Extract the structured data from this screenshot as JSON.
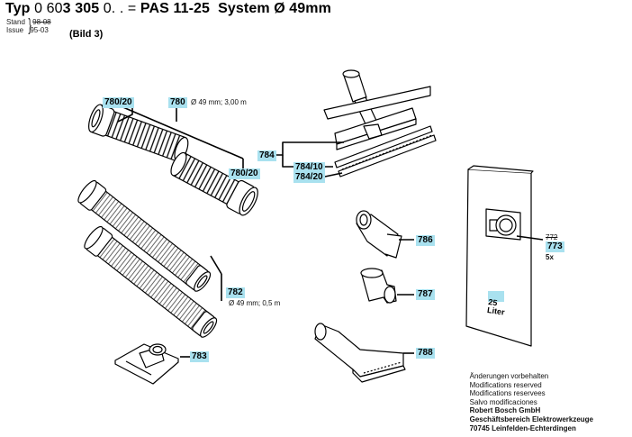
{
  "header": {
    "prefix": "Typ",
    "part_a": "0 60",
    "part_b": "3 305",
    "part_c": "0. . =",
    "model": "PAS 11-25",
    "system": "System Ø 49mm",
    "stand_label": "Stand",
    "stand_old": "98-08",
    "issue_label": "Issue",
    "issue_value": "95-03",
    "bild": "(Bild 3)"
  },
  "parts": {
    "p780_20_top": "780/20",
    "p780": "780",
    "p780_spec": "Ø 49 mm; 3,00 m",
    "p780_20_bottom": "780/20",
    "p784": "784",
    "p784_10": "784/10",
    "p784_20": "784/20",
    "p786": "786",
    "p787": "787",
    "p788": "788",
    "p782": "782",
    "p782_spec": "Ø 49 mm; 0,5 m",
    "p783": "783",
    "p772_struck": "772",
    "p773": "773",
    "p773_qty": "5x",
    "bag_label_num": "25",
    "bag_label_unit": "Liter"
  },
  "footer": {
    "line1": "Änderungen vorbehalten",
    "line2": "Modifications reserved",
    "line3": "Modifications reservees",
    "line4": "Salvo modificaciones",
    "line5": "Robert Bosch GmbH",
    "line6": "Geschäftsbereich Elektrowerkzeuge",
    "line7": "70745 Leinfelden-Echterdingen"
  },
  "colors": {
    "label_bg": "#a9e1ef",
    "line": "#000000"
  }
}
